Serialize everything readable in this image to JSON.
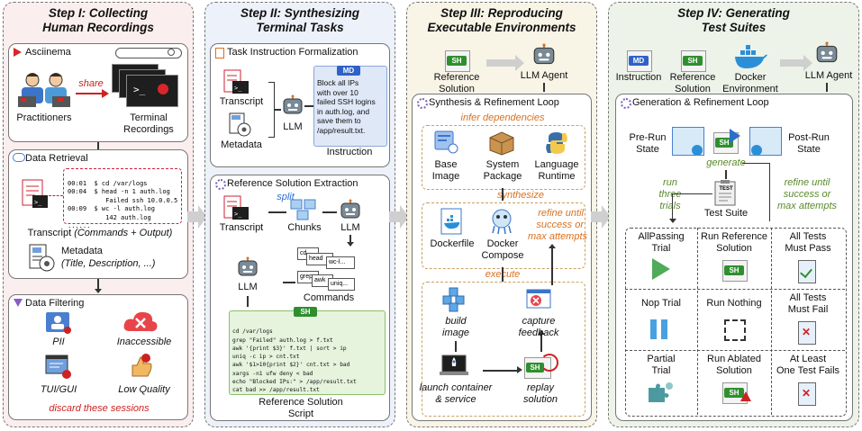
{
  "steps": {
    "s1": {
      "line1": "Step I: Collecting",
      "line2": "Human Recordings"
    },
    "s2": {
      "line1": "Step II: Synthesizing",
      "line2": "Terminal Tasks"
    },
    "s3": {
      "line1": "Step III: Reproducing",
      "line2": "Executable Environments"
    },
    "s4": {
      "line1": "Step IV: Generating",
      "line2": "Test Suites"
    }
  },
  "step1": {
    "asciinema": "Asciinema",
    "practitioners": "Practitioners",
    "share": "share",
    "terminal_rec": [
      "Terminal",
      "Recordings"
    ],
    "data_retrieval": "Data Retrieval",
    "transcript_lines": [
      "00:01  $ cd /var/logs",
      "00:04  $ head -n 1 auth.log",
      "          Failed ssh 10.0.0.5",
      "00:09  $ wc -l auth.log",
      "          142 auth.log",
      "......"
    ],
    "transcript_label": "Transcript (Commands + Output)",
    "metadata_label": "Metadata",
    "metadata_sub": "(Title, Description, ...)",
    "data_filtering": "Data Filtering",
    "pii": "PII",
    "inaccessible": "Inaccessible",
    "tui": "TUI/GUI",
    "low_quality": "Low Quality",
    "discard": "discard these sessions"
  },
  "step2": {
    "task_formalization": "Task Instruction Formalization",
    "transcript": "Transcript",
    "metadata": "Metadata",
    "llm": "LLM",
    "instruction": "Instruction",
    "md": "MD",
    "instruction_text": [
      "Block all IPs",
      "with over 10",
      "failed SSH logins",
      "in auth.log, and",
      "save them to",
      "/app/result.txt."
    ],
    "ref_extraction": "Reference Solution Extraction",
    "split": "split",
    "chunks": "Chunks",
    "llm2": "LLM",
    "llm3": "LLM",
    "cmd_tags": [
      "cd",
      "head",
      "wc-l...",
      "grep",
      "awk",
      "uniq..."
    ],
    "commands": "Commands",
    "sh": "SH",
    "script_lines": [
      "cd /var/logs",
      "grep \"Failed\" auth.log > f.txt",
      "awk '{print $3}' f.txt | sort > ip",
      "uniq -c ip > cnt.txt",
      "awk '$1>10{print $2}' cnt.txt > bad",
      "xargs -n1 ufw deny < bad",
      "echo \"Blocked IPs:\" > /app/result.txt",
      "cat bad >> /app/result.txt"
    ],
    "ref_script": [
      "Reference Solution",
      "Script"
    ],
    "transcript2": "Transcript"
  },
  "step3": {
    "sh": "SH",
    "ref_solution": [
      "Reference",
      "Solution"
    ],
    "llm_agent": "LLM Agent",
    "loop_title": "Synthesis & Refinement Loop",
    "infer": "infer dependencies",
    "base_image": [
      "Base",
      "Image"
    ],
    "system_package": [
      "System",
      "Package"
    ],
    "language_runtime": [
      "Language",
      "Runtime"
    ],
    "synthesize": "synthesize",
    "dockerfile": "Dockerfile",
    "docker_compose": [
      "Docker",
      "Compose"
    ],
    "refine": [
      "refine until",
      "success or",
      "max attempts"
    ],
    "execute": "execute",
    "build_image": [
      "build",
      "image"
    ],
    "capture_feedback": [
      "capture",
      "feedback"
    ],
    "launch": [
      "launch container",
      "& service"
    ],
    "replay": [
      "replay",
      "solution"
    ]
  },
  "step4": {
    "md": "MD",
    "sh": "SH",
    "instruction": "Instruction",
    "ref_solution": [
      "Reference",
      "Solution"
    ],
    "docker_env": [
      "Docker",
      "Environment"
    ],
    "llm_agent": "LLM Agent",
    "loop_title": "Generation & Refinement Loop",
    "pre_run": [
      "Pre-Run",
      "State"
    ],
    "post_run": [
      "Post-Run",
      "State"
    ],
    "generate": "generate",
    "run_three": [
      "run",
      "three",
      "trials"
    ],
    "refine": [
      "refine until",
      "success or",
      "max attempts"
    ],
    "test": "TEST",
    "test_suite": "Test Suite",
    "rows": [
      {
        "trial": [
          "AllPassing",
          "Trial"
        ],
        "action": [
          "Run Reference",
          "Solution"
        ],
        "result": [
          "All Tests",
          "Must Pass"
        ]
      },
      {
        "trial": [
          "Nop Trial"
        ],
        "action": [
          "Run Nothing"
        ],
        "result": [
          "All Tests",
          "Must Fail"
        ]
      },
      {
        "trial": [
          "Partial",
          "Trial"
        ],
        "action": [
          "Run Ablated",
          "Solution"
        ],
        "result": [
          "At Least",
          "One Test Fails"
        ]
      }
    ]
  }
}
